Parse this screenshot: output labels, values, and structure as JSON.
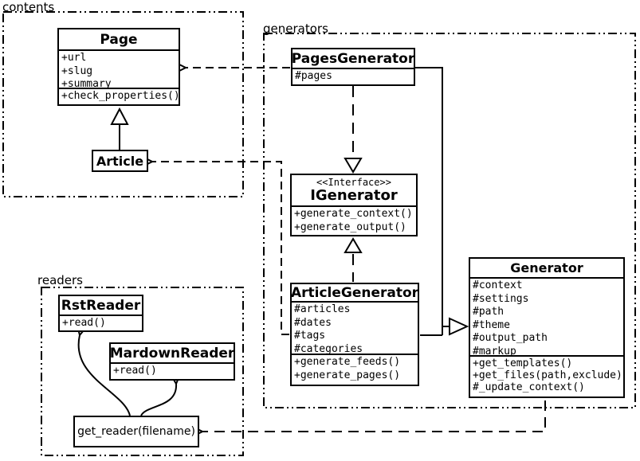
{
  "diagram": {
    "kind": "uml-class-diagram"
  },
  "colors": {
    "line": "#000000",
    "background": "#ffffff",
    "text": "#000000"
  },
  "packages": {
    "contents": {
      "label": "contents"
    },
    "generators": {
      "label": "generators"
    },
    "readers": {
      "label": "readers"
    }
  },
  "classes": {
    "page": {
      "title": "Page",
      "attributes": [
        "+url",
        "+slug",
        "+summary"
      ],
      "methods": [
        "+check_properties()"
      ]
    },
    "article": {
      "title": "Article"
    },
    "pages_generator": {
      "title": "PagesGenerator",
      "attributes": [
        "#pages"
      ]
    },
    "igenerator": {
      "stereotype": "<<Interface>>",
      "title": "IGenerator",
      "methods": [
        "+generate_context()",
        "+generate_output()"
      ]
    },
    "article_generator": {
      "title": "ArticleGenerator",
      "attributes": [
        "#articles",
        "#dates",
        "#tags",
        "#categories"
      ],
      "methods": [
        "+generate_feeds()",
        "+generate_pages()"
      ]
    },
    "generator": {
      "title": "Generator",
      "attributes": [
        "#context",
        "#settings",
        "#path",
        "#theme",
        "#output_path",
        "#markup"
      ],
      "methods": [
        "+get_templates()",
        "+get_files(path,exclude)",
        "#_update_context()"
      ]
    },
    "rst_reader": {
      "title": "RstReader",
      "methods": [
        "+read()"
      ]
    },
    "mardown_reader": {
      "title": "MardownReader",
      "methods": [
        "+read()"
      ]
    },
    "get_reader": {
      "title": "get_reader(filename)"
    }
  },
  "relationships": [
    {
      "from": "Article",
      "to": "Page",
      "type": "inheritance"
    },
    {
      "from": "PagesGenerator",
      "to": "Page",
      "type": "dependency"
    },
    {
      "from": "PagesGenerator",
      "to": "IGenerator",
      "type": "realization"
    },
    {
      "from": "ArticleGenerator",
      "to": "IGenerator",
      "type": "realization"
    },
    {
      "from": "PagesGenerator",
      "to": "Generator",
      "type": "inheritance"
    },
    {
      "from": "ArticleGenerator",
      "to": "Generator",
      "type": "inheritance"
    },
    {
      "from": "ArticleGenerator",
      "to": "Article",
      "type": "dependency"
    },
    {
      "from": "Generator",
      "to": "get_reader(filename)",
      "type": "dependency"
    },
    {
      "from": "get_reader(filename)",
      "to": "RstReader",
      "type": "arrow"
    },
    {
      "from": "get_reader(filename)",
      "to": "MardownReader",
      "type": "arrow"
    }
  ]
}
